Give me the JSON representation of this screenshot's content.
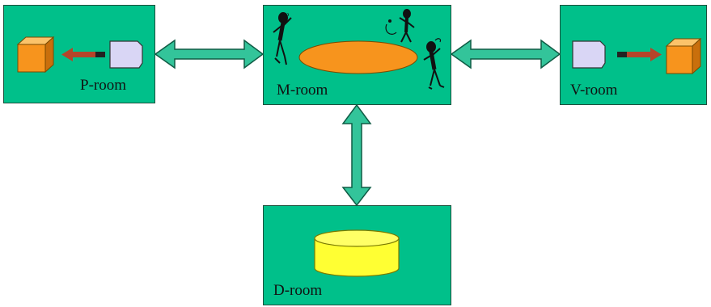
{
  "rooms": {
    "p_room": {
      "label": "P-room"
    },
    "m_room": {
      "label": "M-room"
    },
    "v_room": {
      "label": "V-room"
    },
    "d_room": {
      "label": "D-room"
    }
  },
  "colors": {
    "room_fill": "#00c08a",
    "room_border": "#1d4f3c",
    "connector_fill": "#33c49a",
    "connector_stroke": "#0f5c45",
    "cube_front": "#f7941d",
    "cube_top": "#fbc36a",
    "cube_side": "#c96f0c",
    "document_fill": "#d9d6f5",
    "ellipse_fill": "#f7941d",
    "cylinder_fill": "#ffff33",
    "small_arrow": "#b5452a"
  },
  "icons": {
    "p_room": [
      "cube-icon",
      "small-arrow-icon",
      "document-icon"
    ],
    "m_room": [
      "meeting-table-icon",
      "person-figure-icon"
    ],
    "v_room": [
      "document-icon",
      "small-arrow-icon",
      "cube-icon"
    ],
    "d_room": [
      "database-cylinder-icon"
    ]
  }
}
